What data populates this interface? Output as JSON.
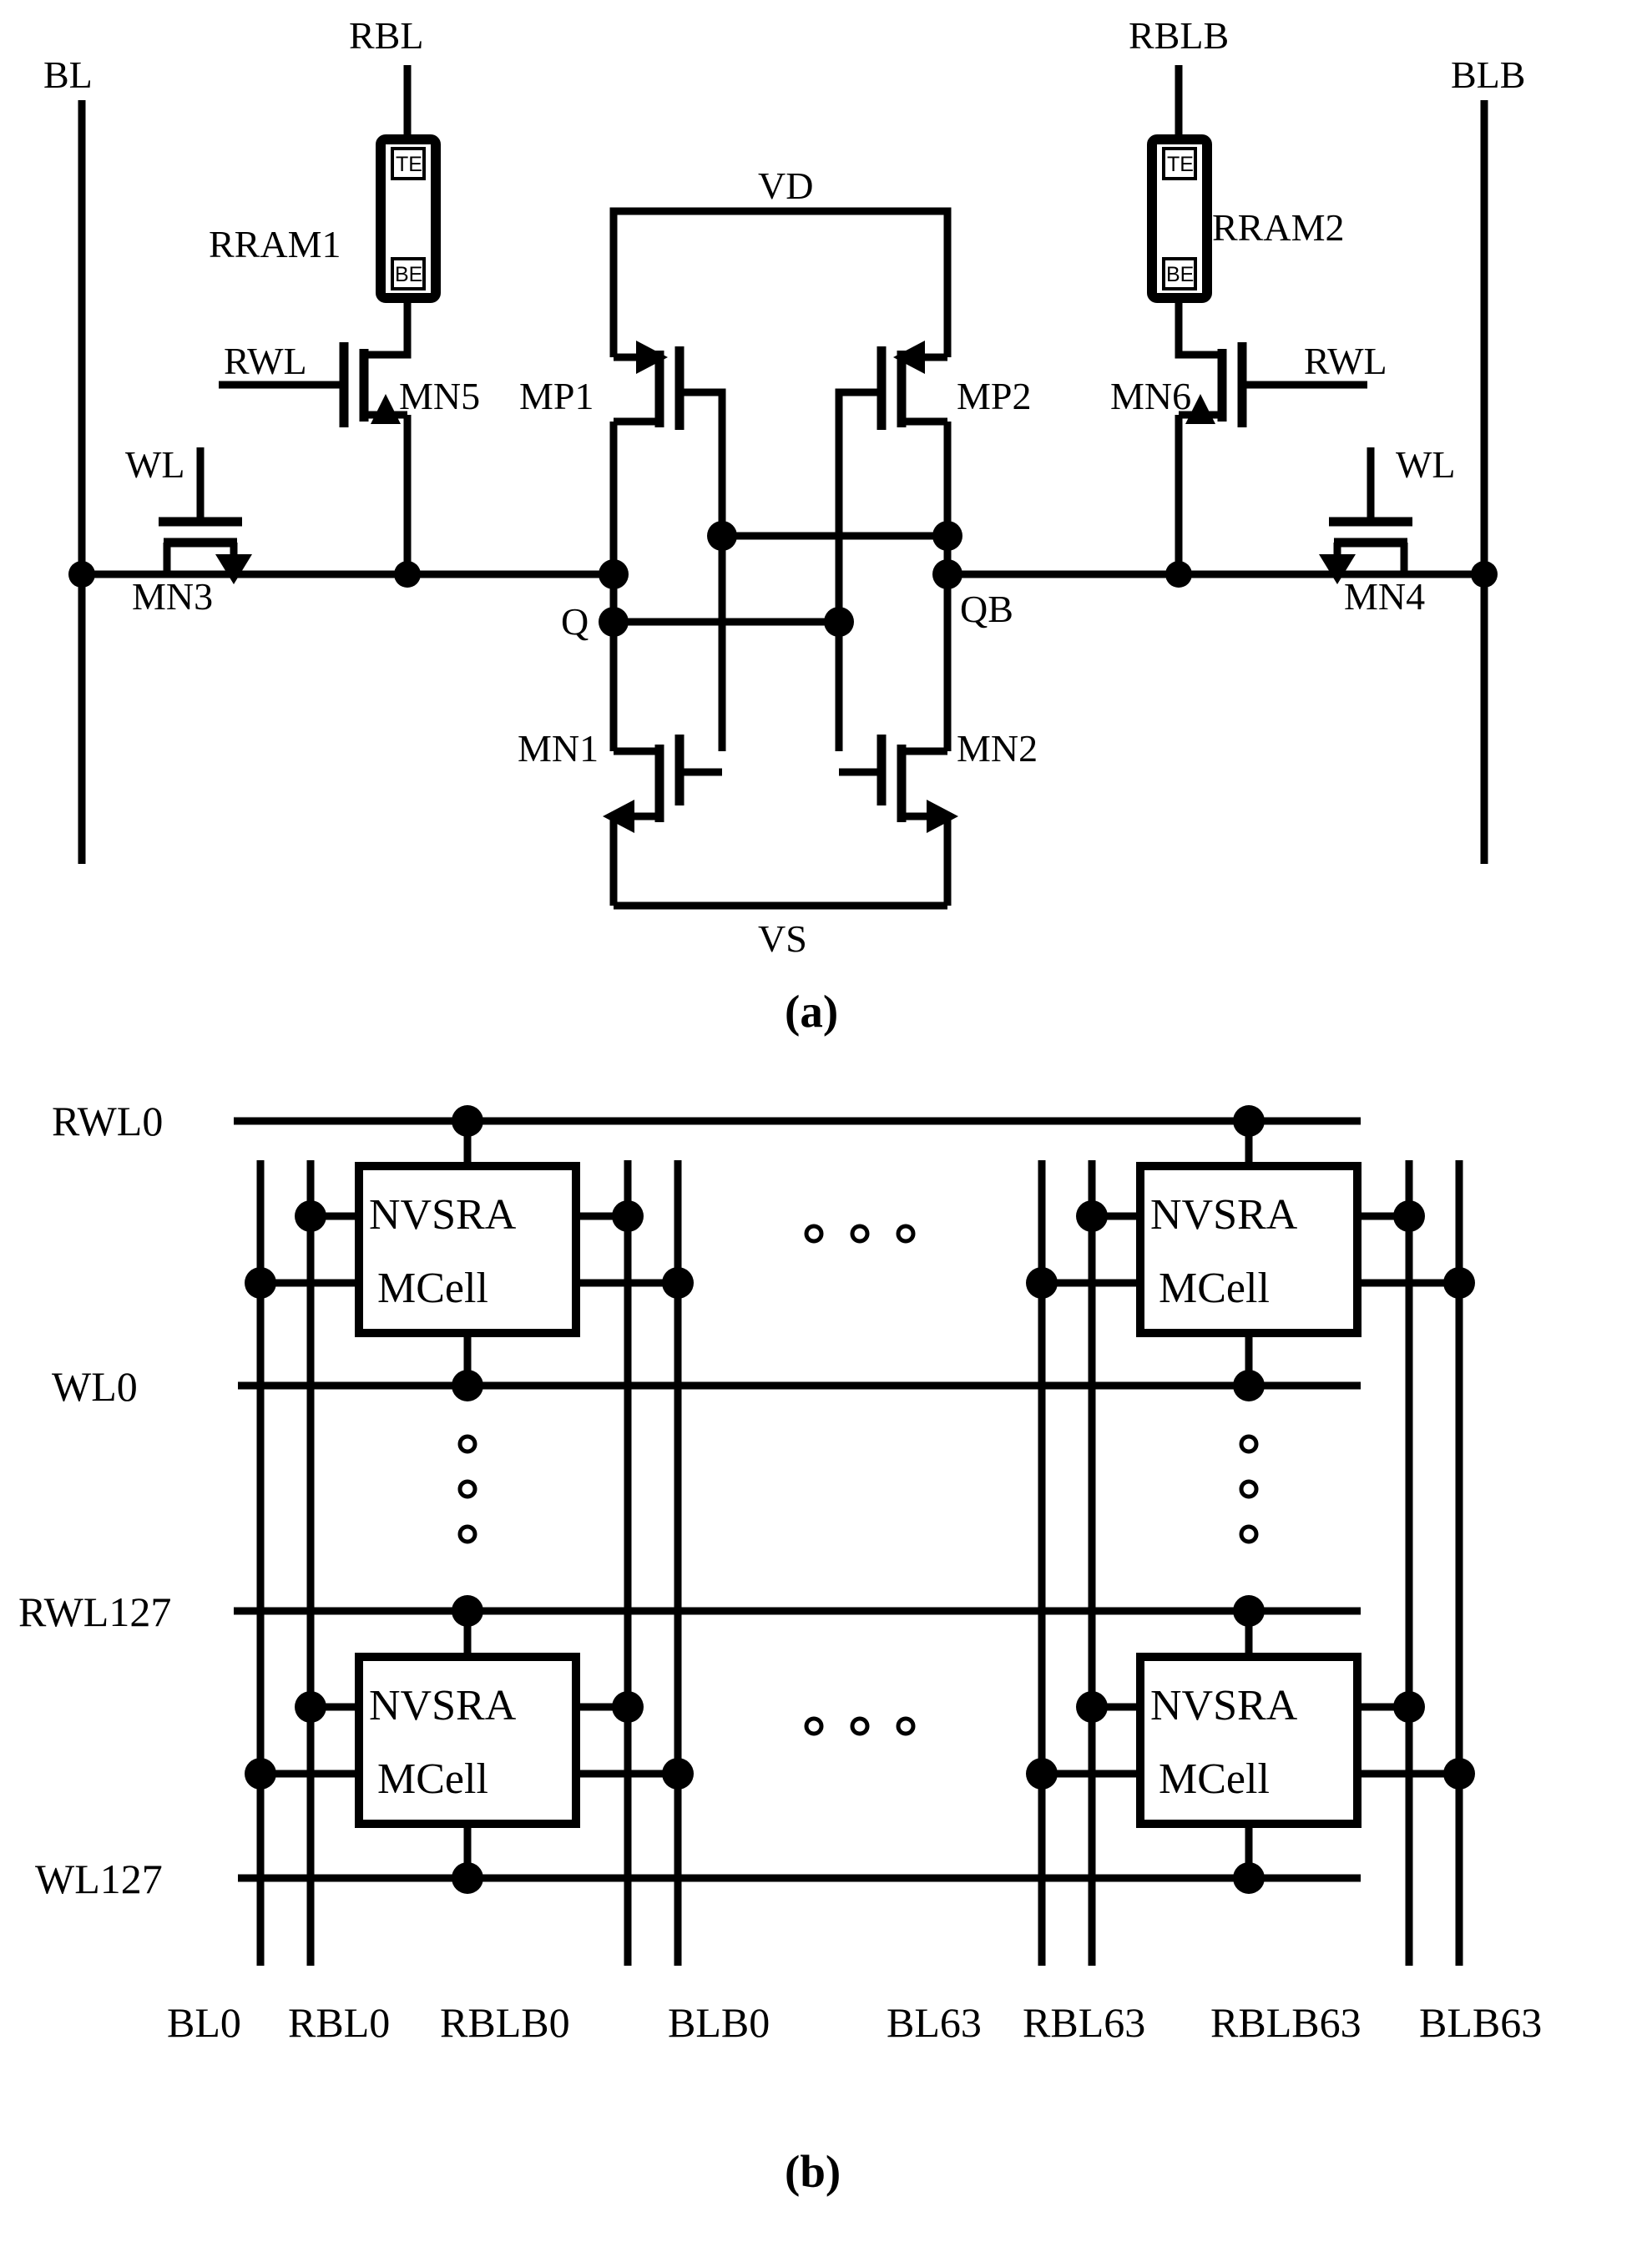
{
  "figure": {
    "panel_a": {
      "caption": "(a)",
      "title_note": "Nonvolatile SRAM cell schematic with two RRAM devices",
      "bitlines": {
        "bl_left": "BL",
        "bl_right": "BLB",
        "rbl_left": "RBL",
        "rbl_right": "RBLB"
      },
      "rrams": [
        {
          "name": "RRAM1",
          "top_electrode": "TE",
          "bottom_electrode": "BE"
        },
        {
          "name": "RRAM2",
          "top_electrode": "TE",
          "bottom_electrode": "BE"
        }
      ],
      "wordlines": {
        "wl_left": "WL",
        "wl_right": "WL",
        "rwl_left": "RWL",
        "rwl_right": "RWL"
      },
      "supplies": {
        "top": "VD",
        "bottom": "VS"
      },
      "storage_nodes": {
        "q": "Q",
        "qb": "QB"
      },
      "transistors": {
        "mn1": "MN1",
        "mn2": "MN2",
        "mn3": "MN3",
        "mn4": "MN4",
        "mn5": "MN5",
        "mn6": "MN6",
        "mp1": "MP1",
        "mp2": "MP2"
      }
    },
    "panel_b": {
      "caption": "(b)",
      "title_note": "NVSRAM memory array organization 128 rows by 64 columns",
      "cell_label_line1": "NVSRA",
      "cell_label_line2": "MCell",
      "row_lines": [
        "RWL0",
        "WL0",
        "RWL127",
        "WL127"
      ],
      "column_labels_left": [
        "BL0",
        "RBL0",
        "RBLB0",
        "BLB0"
      ],
      "column_labels_right": [
        "BL63",
        "RBL63",
        "RBLB63",
        "BLB63"
      ],
      "horizontal_ellipsis": "∘ ∘ ∘",
      "vertical_ellipsis_dots": 3
    }
  },
  "colors": {
    "ink": "#000000",
    "paper": "#ffffff"
  }
}
